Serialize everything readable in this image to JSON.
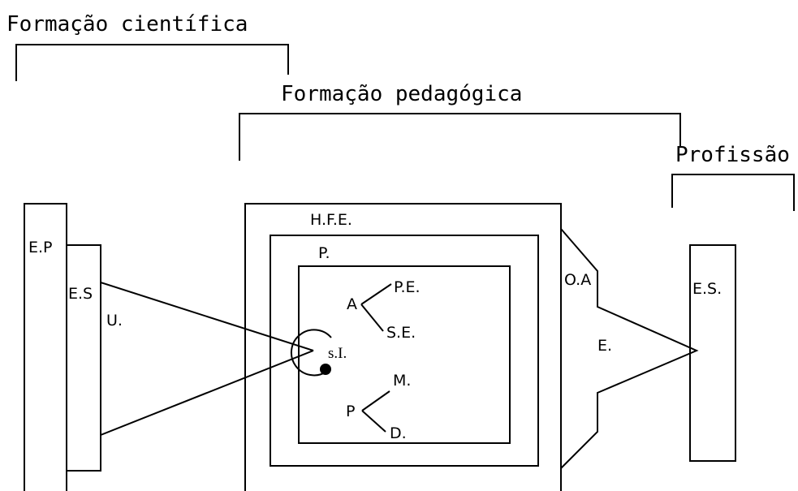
{
  "headings": {
    "scientific": "Formação científica",
    "pedagogical": "Formação pedagógica",
    "profession": "Profissão"
  },
  "labels": {
    "ep": "E.P",
    "es_left": "E.S",
    "u": "U.",
    "hfe": "H.F.E.",
    "p_outer": "P.",
    "a": "A",
    "pe": "P.E.",
    "se": "S.E.",
    "si": "s.I.",
    "m": "M.",
    "p_inner": "P",
    "d": "D.",
    "oa": "O.A",
    "e": "E.",
    "es_right": "E.S."
  }
}
